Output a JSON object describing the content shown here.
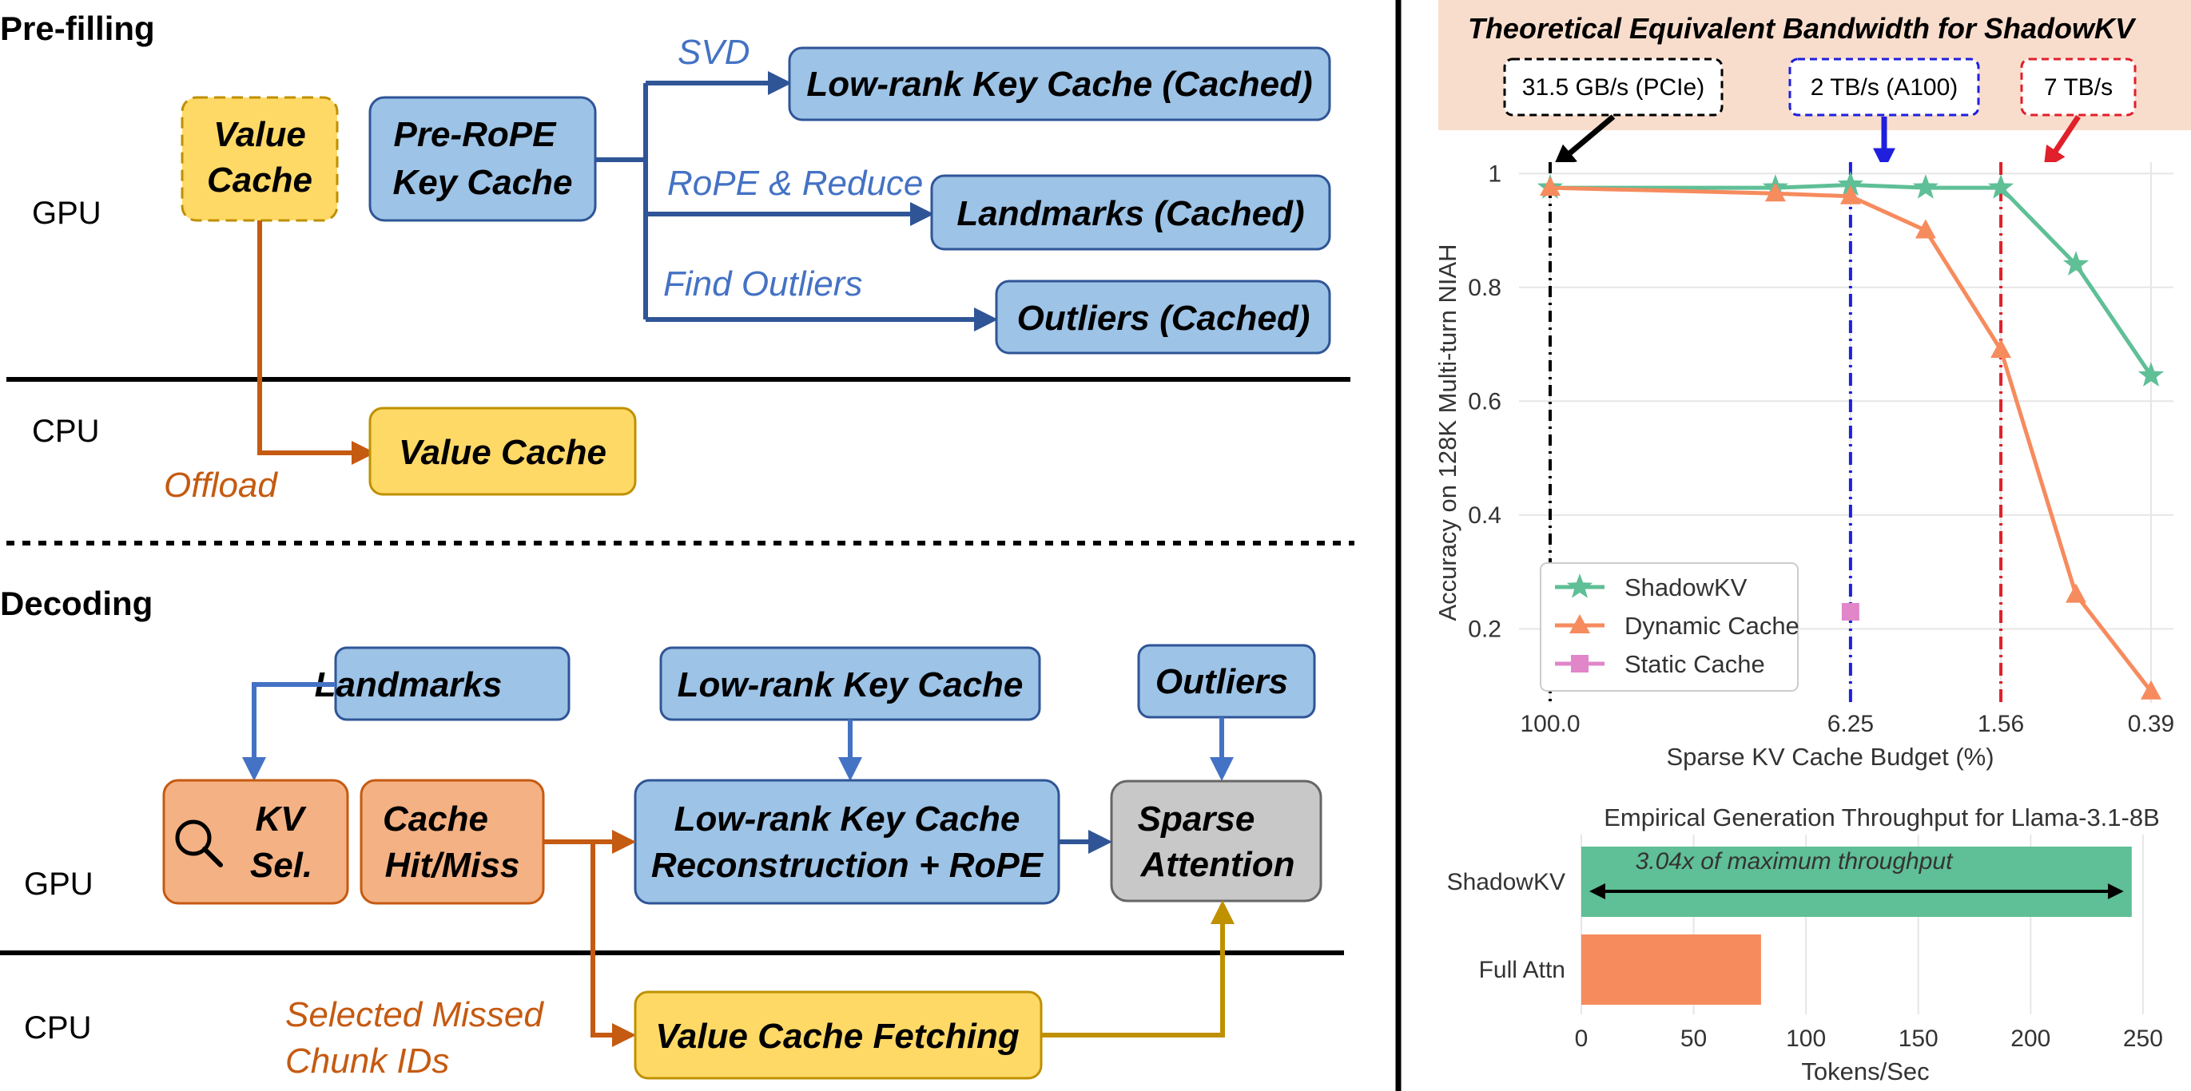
{
  "prefill": {
    "title": "Pre-filling",
    "gpu_label": "GPU",
    "cpu_label": "CPU",
    "value_cache_gpu": [
      "Value",
      "Cache"
    ],
    "pre_rope": [
      "Pre-RoPE",
      "Key Cache"
    ],
    "lowrank_cached": "Low-rank Key Cache (Cached)",
    "landmarks_cached": "Landmarks (Cached)",
    "outliers_cached": "Outliers (Cached)",
    "value_cache_cpu": "Value Cache",
    "svd_label": "SVD",
    "rope_reduce_label": "RoPE & Reduce",
    "find_outliers_label": "Find Outliers",
    "offload_label": "Offload"
  },
  "decoding": {
    "title": "Decoding",
    "gpu_label": "GPU",
    "cpu_label": "CPU",
    "landmarks": "Landmarks",
    "lowrank": "Low-rank Key Cache",
    "outliers": "Outliers",
    "kv_sel": [
      "KV",
      "Sel."
    ],
    "cache_hit": [
      "Cache",
      "Hit/Miss"
    ],
    "reconstruction": [
      "Low-rank Key Cache",
      "Reconstruction + RoPE"
    ],
    "sparse_attention": [
      "Sparse",
      "Attention"
    ],
    "value_fetch": "Value Cache Fetching",
    "missed_label": [
      "Selected Missed",
      "Chunk IDs"
    ],
    "search_icon": "magnifier-icon"
  },
  "bandwidth": {
    "title": "Theoretical Equivalent Bandwidth for ShadowKV",
    "callouts": [
      "31.5 GB/s (PCIe)",
      "2 TB/s (A100)",
      "7 TB/s"
    ],
    "callout_colors": [
      "#000000",
      "#1f1fdd",
      "#e0202a"
    ],
    "band_color": "#f9ddcc"
  },
  "chart_data": [
    {
      "type": "line",
      "title": "",
      "xlabel": "Sparse KV Cache Budget (%)",
      "ylabel": "Accuracy on 128K Multi-turn NIAH",
      "x_scale": "log",
      "x_reversed": true,
      "x_ticks": [
        100.0,
        6.25,
        1.56,
        0.39
      ],
      "x_tick_labels": [
        "100.0",
        "6.25",
        "1.56",
        "0.39"
      ],
      "ylim": [
        0.07,
        1.02
      ],
      "y_ticks": [
        0.2,
        0.4,
        0.6,
        0.8,
        1
      ],
      "y_tick_labels": [
        "0.2",
        "0.4",
        "0.6",
        "0.8",
        "1"
      ],
      "grid": true,
      "legend_position": "lower-left",
      "vlines": [
        {
          "x": 100.0,
          "color": "#000000"
        },
        {
          "x": 6.25,
          "color": "#1f1fdd"
        },
        {
          "x": 1.56,
          "color": "#e0202a"
        }
      ],
      "series": [
        {
          "name": "ShadowKV",
          "marker": "star",
          "color": "#5fbf96",
          "x": [
            100.0,
            12.5,
            6.25,
            3.125,
            1.56,
            0.78,
            0.39
          ],
          "y": [
            0.975,
            0.975,
            0.98,
            0.975,
            0.975,
            0.84,
            0.645
          ]
        },
        {
          "name": "Dynamic Cache",
          "marker": "triangle",
          "color": "#f68b5e",
          "x": [
            100.0,
            12.5,
            6.25,
            3.125,
            1.56,
            0.78,
            0.39
          ],
          "y": [
            0.975,
            0.965,
            0.96,
            0.9,
            0.69,
            0.26,
            0.09
          ]
        },
        {
          "name": "Static Cache",
          "marker": "square",
          "color": "#e086c9",
          "x": [
            6.25
          ],
          "y": [
            0.23
          ]
        }
      ]
    },
    {
      "type": "bar",
      "orientation": "horizontal",
      "title": "Empirical Generation Throughput for Llama-3.1-8B",
      "xlabel": "Tokens/Sec",
      "categories": [
        "ShadowKV",
        "Full Attn"
      ],
      "values": [
        245,
        80
      ],
      "colors": [
        "#5fbf96",
        "#f68b5e"
      ],
      "xlim": [
        0,
        260
      ],
      "x_ticks": [
        0,
        50,
        100,
        150,
        200,
        250
      ],
      "annotation": "3.04x of maximum throughput"
    }
  ]
}
